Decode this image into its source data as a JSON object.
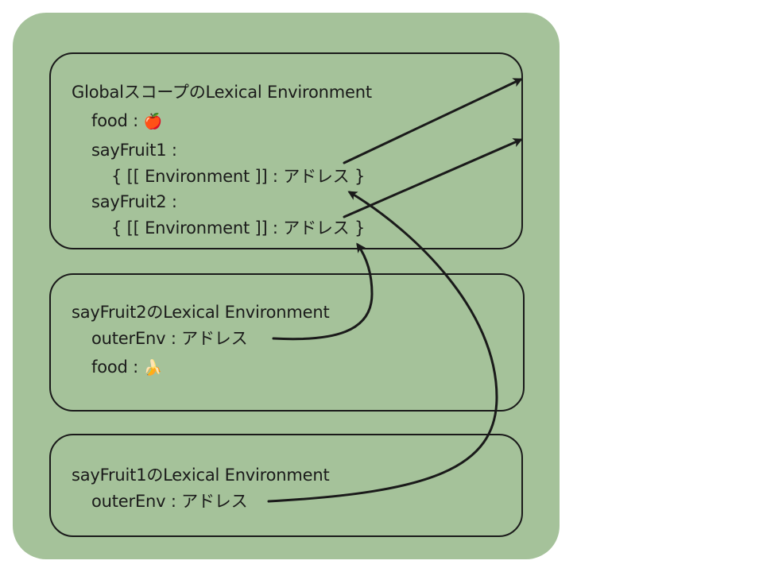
{
  "global_env": {
    "title": "GlobalスコープのLexical Environment",
    "food_label": "food :",
    "food_value": "🍎",
    "sayfruit1_label": "sayFruit1 :",
    "sayfruit1_record": "{ [[ Environment ]] : アドレス }",
    "sayfruit2_label": "sayFruit2 :",
    "sayfruit2_record": "{ [[ Environment ]] : アドレス }"
  },
  "sayfruit2_env": {
    "title": "sayFruit2のLexical Environment",
    "outer_env": "outerEnv : アドレス",
    "food_label": "food :",
    "food_value": "🍌"
  },
  "sayfruit1_env": {
    "title": "sayFruit1のLexical Environment",
    "outer_env": "outerEnv : アドレス"
  },
  "colors": {
    "panel": "#a5c29a",
    "ink": "#1a1a1a"
  }
}
